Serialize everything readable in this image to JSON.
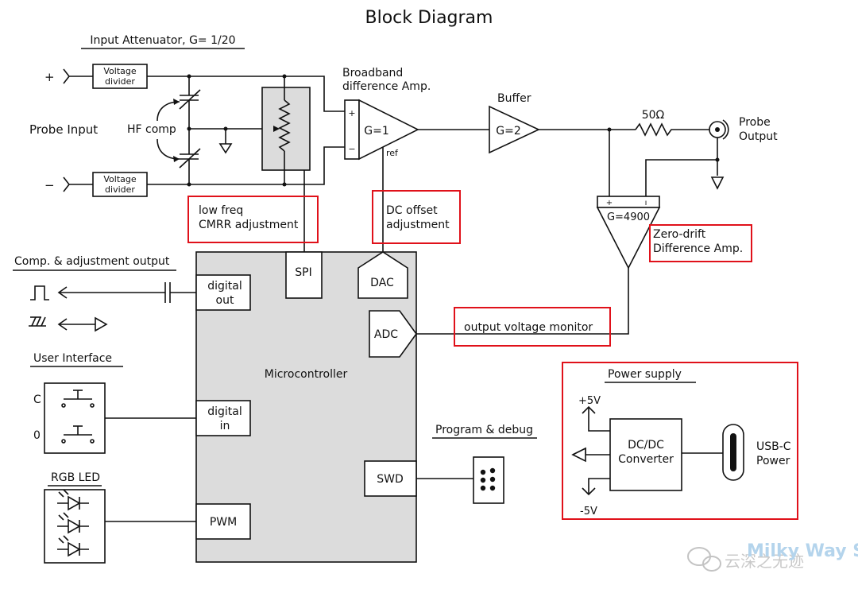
{
  "title": "Block Diagram",
  "labels": {
    "input_attenuator": "Input Attenuator, G= 1/20",
    "probe_input": "Probe Input",
    "hf_comp": "HF comp",
    "voltage_divider_line1": "Voltage",
    "voltage_divider_line2": "divider",
    "plus": "+",
    "minus": "−",
    "broadband_line1": "Broadband",
    "broadband_line2": "difference Amp.",
    "diff_amp_gain": "G=1",
    "ref": "ref",
    "buffer": "Buffer",
    "buffer_gain": "G=2",
    "resistor": "50Ω",
    "probe_output_line1": "Probe",
    "probe_output_line2": "Output",
    "zero_drift_gain": "G=4900",
    "zero_drift_line1": "Zero-drift",
    "zero_drift_line2": "Difference Amp.",
    "low_freq_line1": "low freq",
    "low_freq_line2": "CMRR adjustment",
    "dc_offset_line1": "DC offset",
    "dc_offset_line2": "adjustment",
    "comp_output": "Comp. & adjustment output",
    "digital_out_line1": "digital",
    "digital_out_line2": "out",
    "spi": "SPI",
    "dac": "DAC",
    "adc": "ADC",
    "output_voltage_monitor": "output voltage monitor",
    "user_interface": "User Interface",
    "btn_c": "C",
    "btn_0": "0",
    "digital_in_line1": "digital",
    "digital_in_line2": "in",
    "microcontroller": "Microcontroller",
    "rgb_led": "RGB LED",
    "pwm": "PWM",
    "program_debug": "Program & debug",
    "swd": "SWD",
    "power_supply": "Power supply",
    "plus5v": "+5V",
    "minus5v": "-5V",
    "dcdc_line1": "DC/DC",
    "dcdc_line2": "Converter",
    "usbc_line1": "USB-C",
    "usbc_line2": "Power",
    "watermark_cn": "云深之无迹",
    "watermark_en": "Milky Way Systems"
  },
  "colors": {
    "highlight": "#e0111a",
    "block_fill": "#dcdcdc",
    "line": "#111111",
    "watermark": "#9cc6e6"
  }
}
